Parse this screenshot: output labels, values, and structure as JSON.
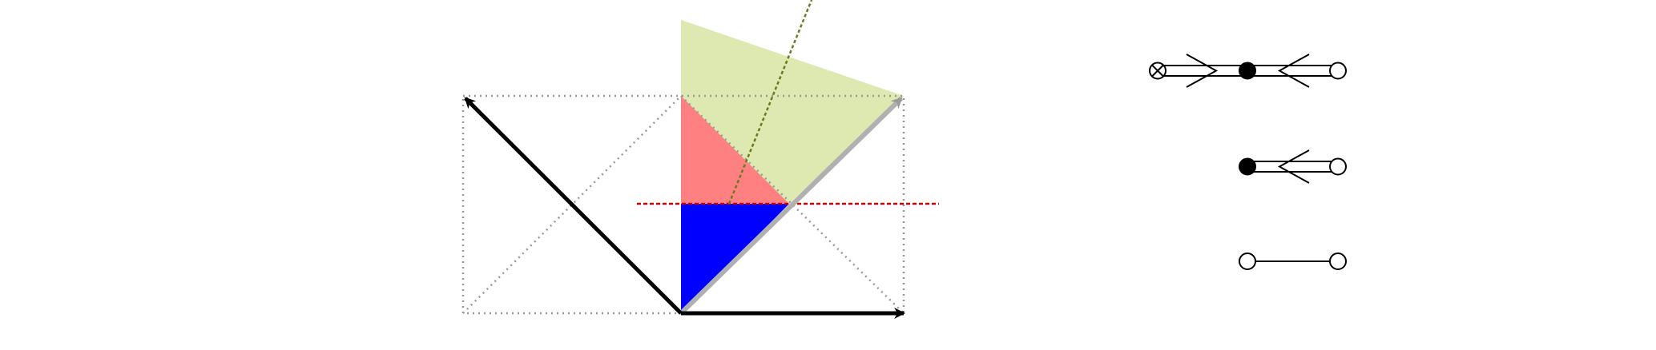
{
  "colors": {
    "background": "#ffffff",
    "guide_dotted": "#999999",
    "main_arrow": "#000000",
    "light_arrow": "#999999",
    "green_region": "#dde9b0",
    "red_region": "#ff8080",
    "blue_region": "#0000ff",
    "horizontal_dashed": "#cc0000",
    "olive_dashed": "#6b7a1e",
    "dynkin_stroke": "#000000",
    "node_filled": "#000000",
    "node_empty": "#ffffff"
  },
  "diagram": {
    "figure": "root-system-b2-with-chambers",
    "legend": "dynkin-diagrams",
    "dynkin_rows": [
      {
        "id": "top",
        "nodes": [
          "crossed",
          "filled",
          "empty"
        ],
        "bonds": [
          "double-arrow-right",
          "double-arrow-left"
        ]
      },
      {
        "id": "middle",
        "nodes": [
          "filled",
          "empty"
        ],
        "bonds": [
          "double-arrow-left"
        ]
      },
      {
        "id": "bottom",
        "nodes": [
          "empty",
          "empty"
        ],
        "bonds": [
          "single"
        ]
      }
    ]
  }
}
